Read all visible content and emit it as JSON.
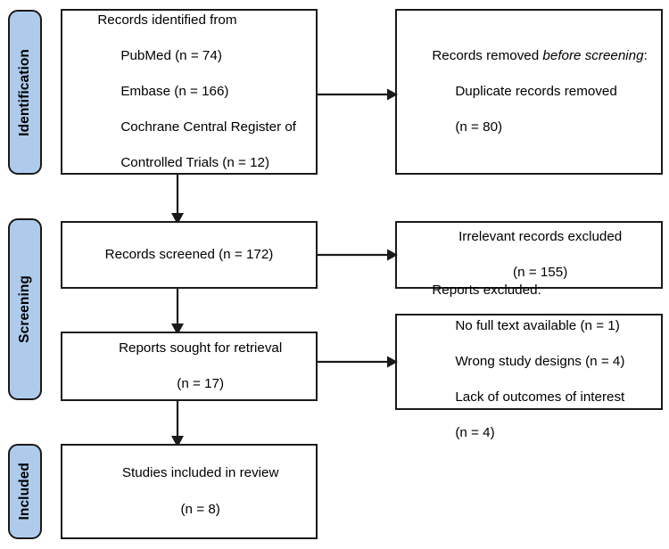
{
  "figure": {
    "type": "prisma-flow-diagram",
    "colors": {
      "pill_fill": "#aecbec",
      "stroke": "#1a1a1a",
      "box_fill": "#ffffff",
      "text": "#000000"
    }
  },
  "stages": [
    {
      "id": "identification",
      "label": "Identification"
    },
    {
      "id": "screening",
      "label": "Screening"
    },
    {
      "id": "included",
      "label": "Included"
    }
  ],
  "boxes": {
    "identified": {
      "title": "Records identified from",
      "lines": [
        "PubMed (n = 74)",
        "Embase (n = 166)",
        "Cochrane Central Register of",
        "Controlled Trials (n = 12)"
      ],
      "align": "left"
    },
    "removed": {
      "title_pre": "Records removed ",
      "title_italic": "before screening",
      "title_post": ":",
      "lines": [
        "Duplicate records removed",
        "(n = 80)"
      ],
      "align": "left"
    },
    "screened": {
      "text": "Records screened (n = 172)",
      "align": "center"
    },
    "irrelevant": {
      "line1": "Irrelevant records excluded",
      "line2": "(n = 155)",
      "align": "center"
    },
    "sought": {
      "line1": "Reports sought for retrieval",
      "line2": "(n = 17)",
      "align": "center"
    },
    "reports_excluded": {
      "title": "Reports excluded:",
      "lines": [
        "No full text available (n = 1)",
        "Wrong study designs (n = 4)",
        "Lack of outcomes of interest",
        "(n = 4)"
      ],
      "align": "left"
    },
    "included": {
      "line1": "Studies included in review",
      "line2": "(n = 8)",
      "align": "center"
    }
  },
  "connectors": [
    {
      "id": "identified-to-removed",
      "direction": "right"
    },
    {
      "id": "screened-to-irrelevant",
      "direction": "right"
    },
    {
      "id": "sought-to-reports-excluded",
      "direction": "right"
    },
    {
      "id": "identified-to-screened",
      "direction": "down"
    },
    {
      "id": "screened-to-sought",
      "direction": "down"
    },
    {
      "id": "sought-to-included",
      "direction": "down"
    }
  ],
  "counts": {
    "pubmed": 74,
    "embase": 166,
    "cochrane_central": 12,
    "duplicates_removed": 80,
    "records_screened": 172,
    "irrelevant_excluded": 155,
    "reports_sought": 17,
    "no_full_text": 1,
    "wrong_study_designs": 4,
    "lack_of_outcomes": 4,
    "studies_included": 8
  }
}
